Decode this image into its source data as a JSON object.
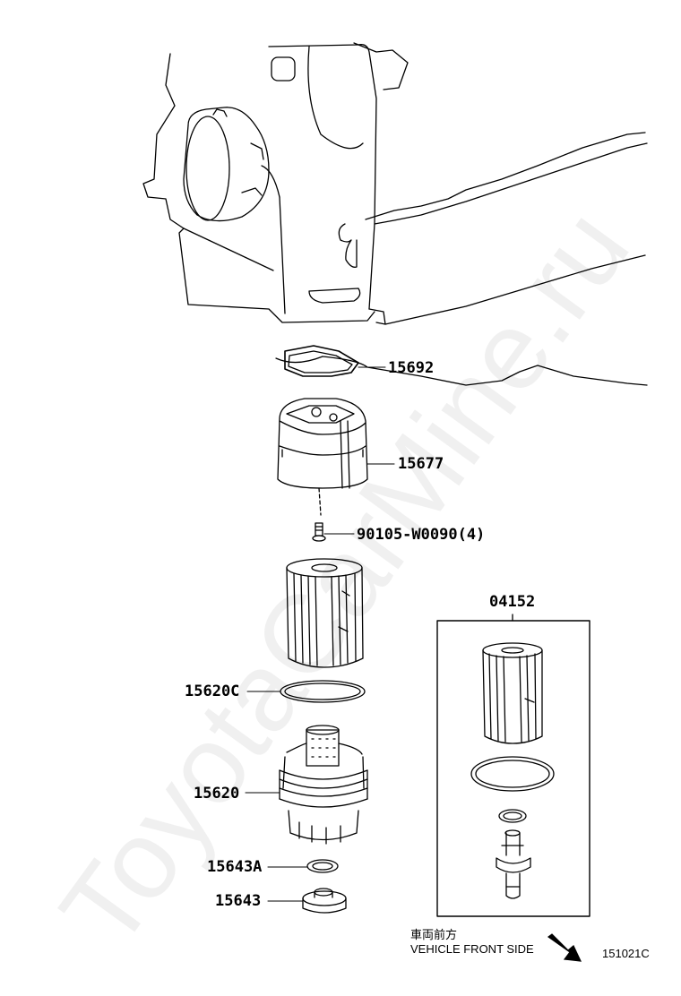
{
  "watermark": "ToyotaCarMine.ru",
  "parts": {
    "gasket": "15692",
    "bracket": "15677",
    "bolt": "90105-W0090(4)",
    "kit": "04152",
    "o_ring": "15620C",
    "cap": "15620",
    "drain_gasket": "15643A",
    "drain_plug": "15643"
  },
  "front_note": {
    "jp": "車両前方",
    "en": "VEHICLE FRONT SIDE"
  },
  "figure_code": "151021C"
}
